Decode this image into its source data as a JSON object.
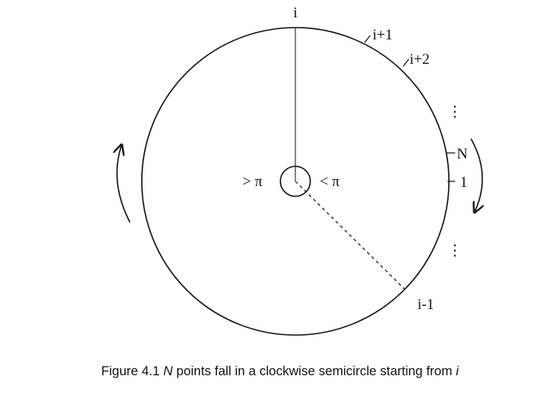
{
  "diagram": {
    "labels": {
      "top": "i",
      "i_plus_1": "i+1",
      "i_plus_2": "i+2",
      "dots_upper": "⋮",
      "n_label": "N",
      "one_label": "1",
      "dots_lower": "⋮",
      "i_minus_1": "i-1",
      "greater_pi": "> π",
      "less_pi": "< π"
    },
    "colors": {
      "stroke": "#111111",
      "background": "#ffffff"
    }
  },
  "caption": {
    "prefix": "Figure 4.1 ",
    "n_italic": "N",
    "middle": " points fall in a clockwise semicircle starting from ",
    "i_italic": "i"
  }
}
